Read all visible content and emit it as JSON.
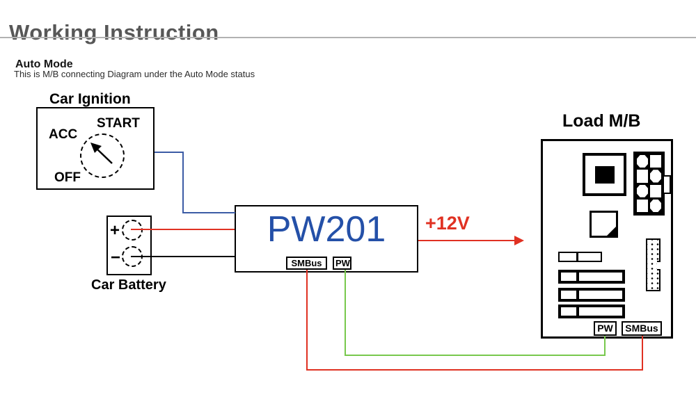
{
  "header": {
    "title": "Working Instruction"
  },
  "section": {
    "heading": "Auto Mode",
    "description": "This is M/B connecting Diagram under the Auto Mode status"
  },
  "diagram": {
    "car_ignition": {
      "title": "Car Ignition",
      "start": "START",
      "acc": "ACC",
      "off": "OFF"
    },
    "car_battery": {
      "title": "Car Battery",
      "plus": "+",
      "minus": "−"
    },
    "pw201": {
      "label": "PW201",
      "smbus_port": "SMBus",
      "pw_port": "PW"
    },
    "output_voltage": "+12V",
    "load_mb": {
      "title": "Load M/B",
      "pw_port": "PW",
      "smbus_port": "SMBus"
    },
    "colors": {
      "wire_blue": "#3b5ba5",
      "wire_red": "#e03122",
      "wire_green": "#77c84c",
      "pw201_text": "#2450a8"
    }
  }
}
